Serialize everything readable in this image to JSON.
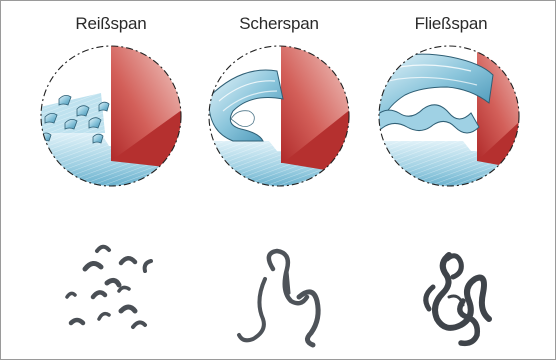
{
  "figure": {
    "chip_types": [
      {
        "id": "reiss",
        "label": "Reißspan"
      },
      {
        "id": "scher",
        "label": "Scherspan"
      },
      {
        "id": "fliess",
        "label": "Fließspan"
      }
    ]
  },
  "colors": {
    "workpiece_blue": "#8fc6dc",
    "workpiece_blue_light": "#d6edf6",
    "tool_red": "#c33c3c",
    "tool_red_light": "#f4d6d2",
    "chip_gray": "#4a4f55",
    "frame": "#9a9a9a"
  }
}
